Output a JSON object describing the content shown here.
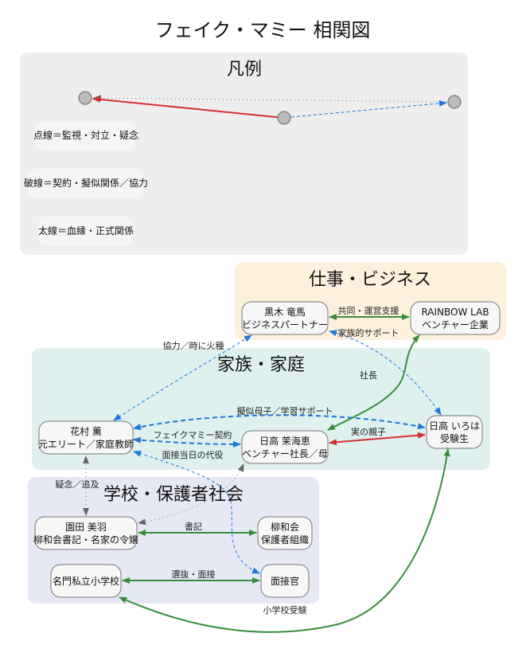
{
  "title": "フェイク・マミー 相関図",
  "colors": {
    "green": "#388e3c",
    "red": "#d32f2f",
    "blue": "#1e78d8",
    "gray": "#777777",
    "legend_bg": "#eeeeee",
    "business_bg": "#fdf0dd",
    "family_bg": "#dff0ef",
    "school_bg": "#e6e8f4"
  },
  "legend": {
    "label": "凡例",
    "items": [
      "点線＝監視・対立・疑念",
      "破線＝契約・擬似関係／協力",
      "太線＝血縁・正式関係"
    ]
  },
  "clusters": {
    "business": "仕事・ビジネス",
    "family": "家族・家庭",
    "school": "学校・保護者社会"
  },
  "nodes": {
    "kuroki": {
      "name": "黒木 竜馬",
      "role": "ビジネスパートナー"
    },
    "rainbow": {
      "name": "RAINBOW LAB",
      "role": "ベンチャー企業"
    },
    "hanamura": {
      "name": "花村 薫",
      "role": "元エリート／家庭教師"
    },
    "makie": {
      "name": "日高 茉海恵",
      "role": "ベンチャー社長／母"
    },
    "iroha": {
      "name": "日高 いろは",
      "role": "受験生"
    },
    "sonoda": {
      "name": "園田 美羽",
      "role": "柳和会書記・名家の令嬢"
    },
    "ryuwakai": {
      "name": "柳和会",
      "role": "保護者組織"
    },
    "school": {
      "name": "名門私立小学校"
    },
    "interviewer": {
      "name": "面接官"
    }
  },
  "edges": {
    "kuroki_rainbow": "共同・運営支援",
    "kuroki_iroha": "家族的サポート",
    "rainbow_makie": "社長",
    "hanamura_kuroki": "協力／時に火種",
    "hanamura_iroha": "擬似母子／学習サポート",
    "hanamura_makie": "フェイクマミー契約",
    "makie_iroha": "実の親子",
    "interviewer_hanamura": "面接当日の代役",
    "sonoda_hanamura": "疑念／追及",
    "sonoda_ryuwakai": "書記",
    "school_interviewer": "選抜・面接",
    "school_iroha": "小学校受験"
  }
}
